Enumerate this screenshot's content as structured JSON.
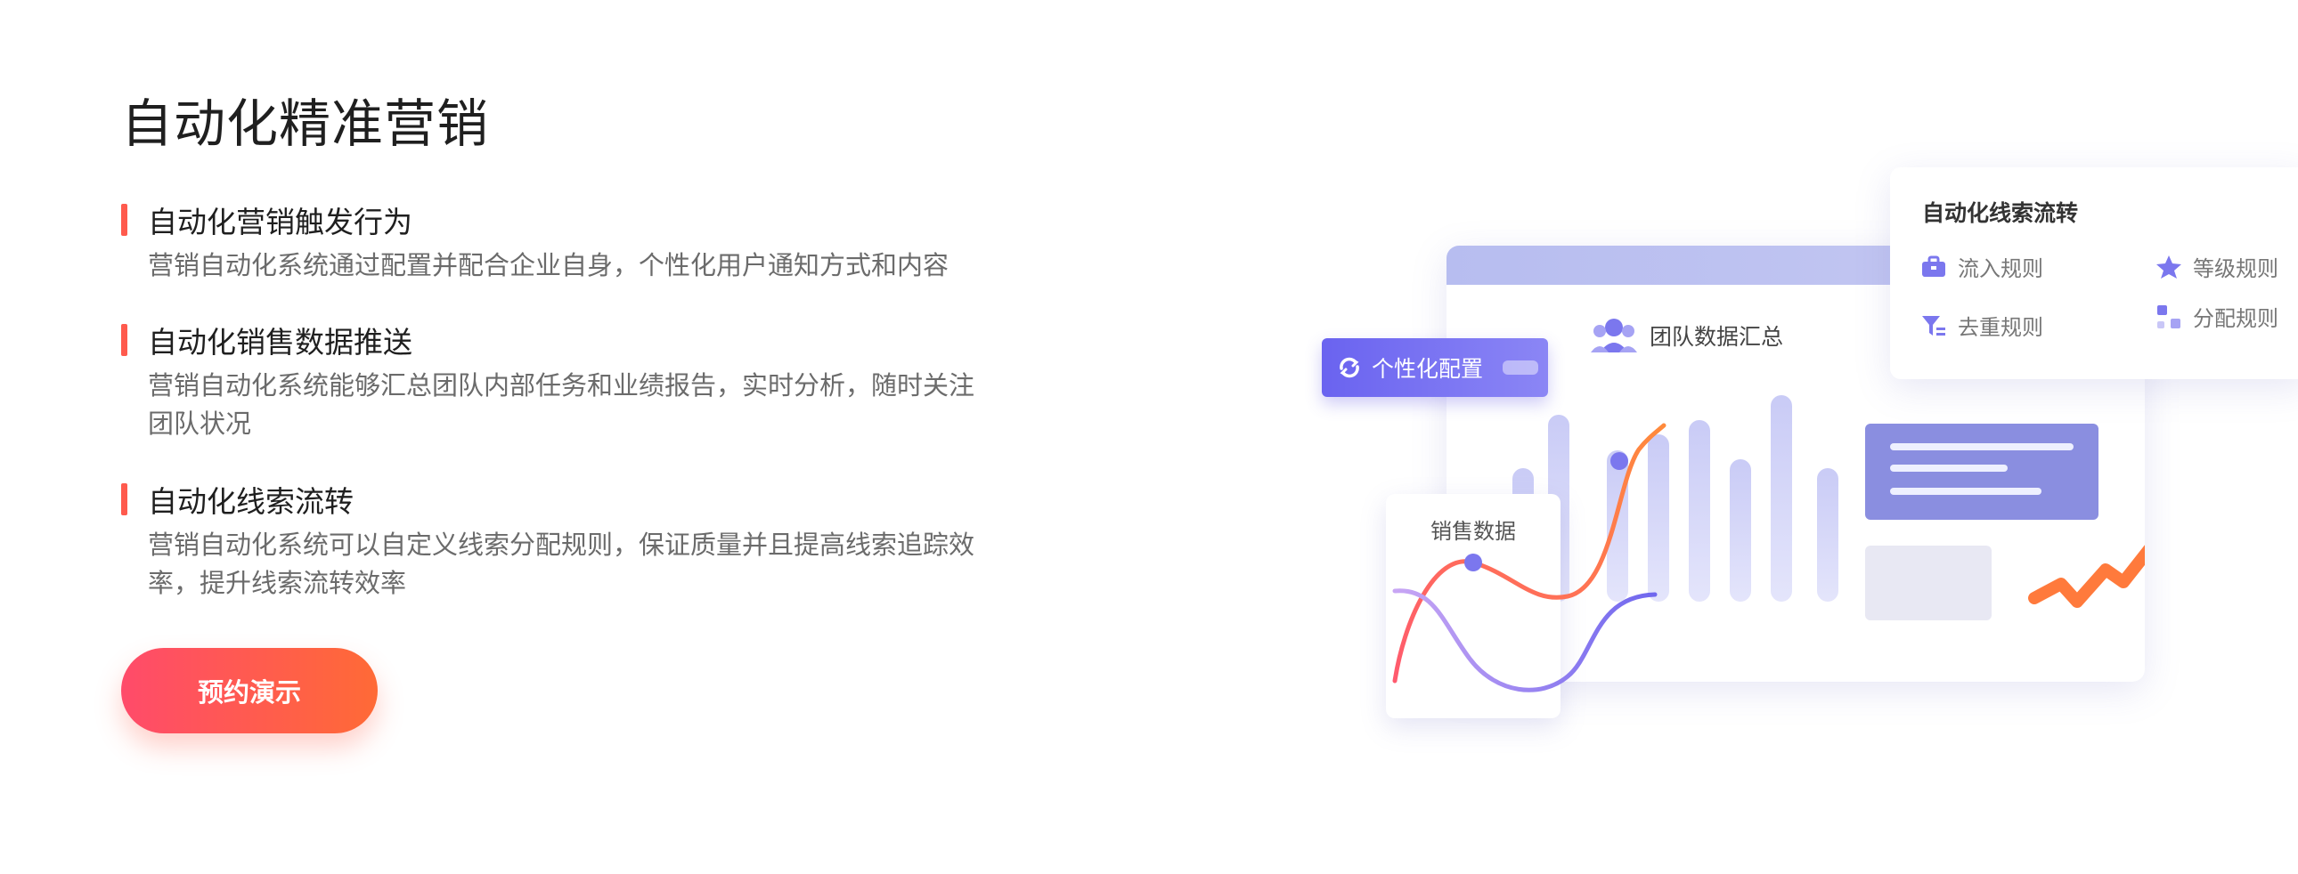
{
  "page": {
    "title": "自动化精准营销"
  },
  "features": [
    {
      "title": "自动化营销触发行为",
      "desc": "营销自动化系统通过配置并配合企业自身，个性化用户通知方式和内容"
    },
    {
      "title": "自动化销售数据推送",
      "desc": "营销自动化系统能够汇总团队内部任务和业绩报告，实时分析，随时关注团队状况"
    },
    {
      "title": "自动化线索流转",
      "desc": "营销自动化系统可以自定义线索分配规则，保证质量并且提高线索追踪效率，提升线索流转效率"
    }
  ],
  "cta": {
    "label": "预约演示"
  },
  "illustration": {
    "personal_config": "个性化配置",
    "team_summary": "团队数据汇总",
    "sales_data": "销售数据",
    "flow_card": {
      "title": "自动化线索流转",
      "rules": [
        "流入规则",
        "等级规则",
        "去重规则",
        "分配规则"
      ]
    }
  },
  "colors": {
    "accent": "#ff5a4d",
    "cta_start": "#ff4b6a",
    "cta_end": "#ff6a36",
    "purple": "#6a63f0"
  }
}
